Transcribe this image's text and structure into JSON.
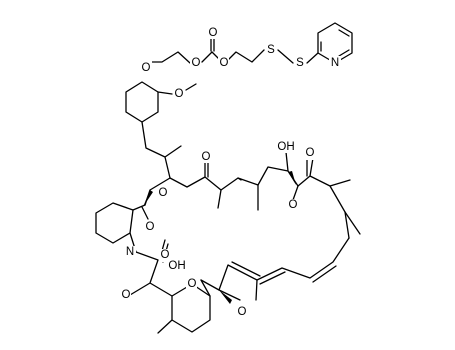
{
  "molecule": {
    "atom_labels": {
      "o_ether_top": "O",
      "o_carb_1": "O",
      "o_carb_2": "O",
      "o_carbonyl_top": "O",
      "s1": "S",
      "s2": "S",
      "n_pyr": "N",
      "o_methoxy_1": "O",
      "o_ketone_1": "O",
      "oh_1": "OH",
      "o_ketone_2": "O",
      "o_ester_ring": "O",
      "o_ester_co": "O",
      "o_methoxy_2": "O",
      "n_amide": "N",
      "o_amide": "O",
      "o_keto_3": "O",
      "oh_2": "OH",
      "o_pyran": "O",
      "o_methoxy_3": "O"
    },
    "colors": {
      "bond": "#000000",
      "text": "#000000",
      "background": "#ffffff"
    }
  }
}
